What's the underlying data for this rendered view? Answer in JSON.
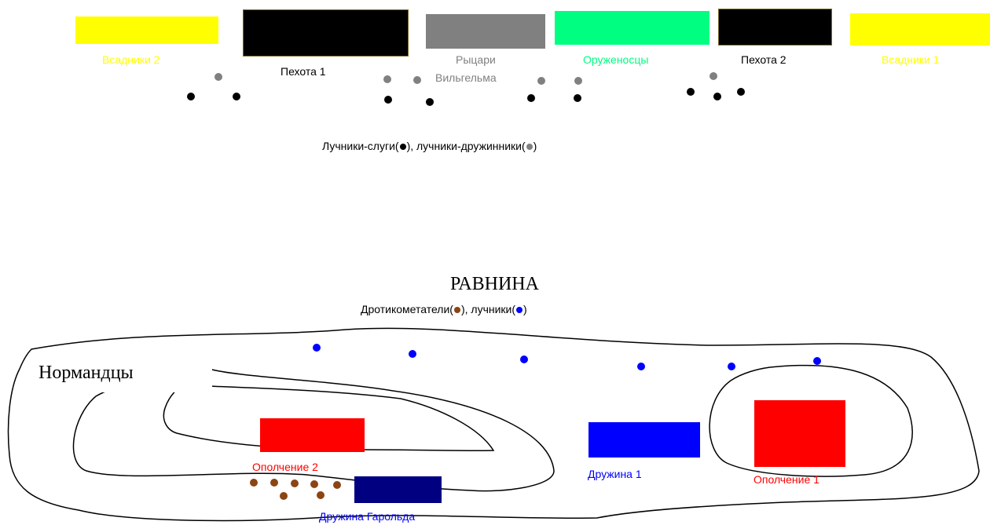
{
  "top_title": "",
  "colors": {
    "yellow": "#ffff00",
    "black": "#000000",
    "gray": "#808080",
    "green": "#00ff80",
    "red": "#ff0000",
    "blue": "#0000ff",
    "navy": "#000080",
    "brown": "#8b4513",
    "line": "#000000"
  },
  "top": {
    "units": {
      "cavalry2": "Всадники 2",
      "infantry1": "Пехота 1",
      "knights_line1": "Рыцари",
      "knights_line2": "Вильгельма",
      "squires": "Оруженосцы",
      "infantry2": "Пехота 2",
      "cavalry1": "Всадники 1"
    },
    "legend": {
      "part1": "Лучники-слуги(",
      "part2": "), лучники-дружинники(",
      "part3": ")"
    }
  },
  "plain_label": "РАВНИНА",
  "bottom": {
    "legend": {
      "part1": "Дротикометатели(",
      "part2": "), лучники(",
      "part3": ")"
    },
    "normans": "Нормандцы",
    "units": {
      "militia2": "Ополчение 2",
      "harold_guard": "Дружина Гарольда",
      "guard1": "Дружина 1",
      "militia1": "Ополчение 1"
    }
  }
}
